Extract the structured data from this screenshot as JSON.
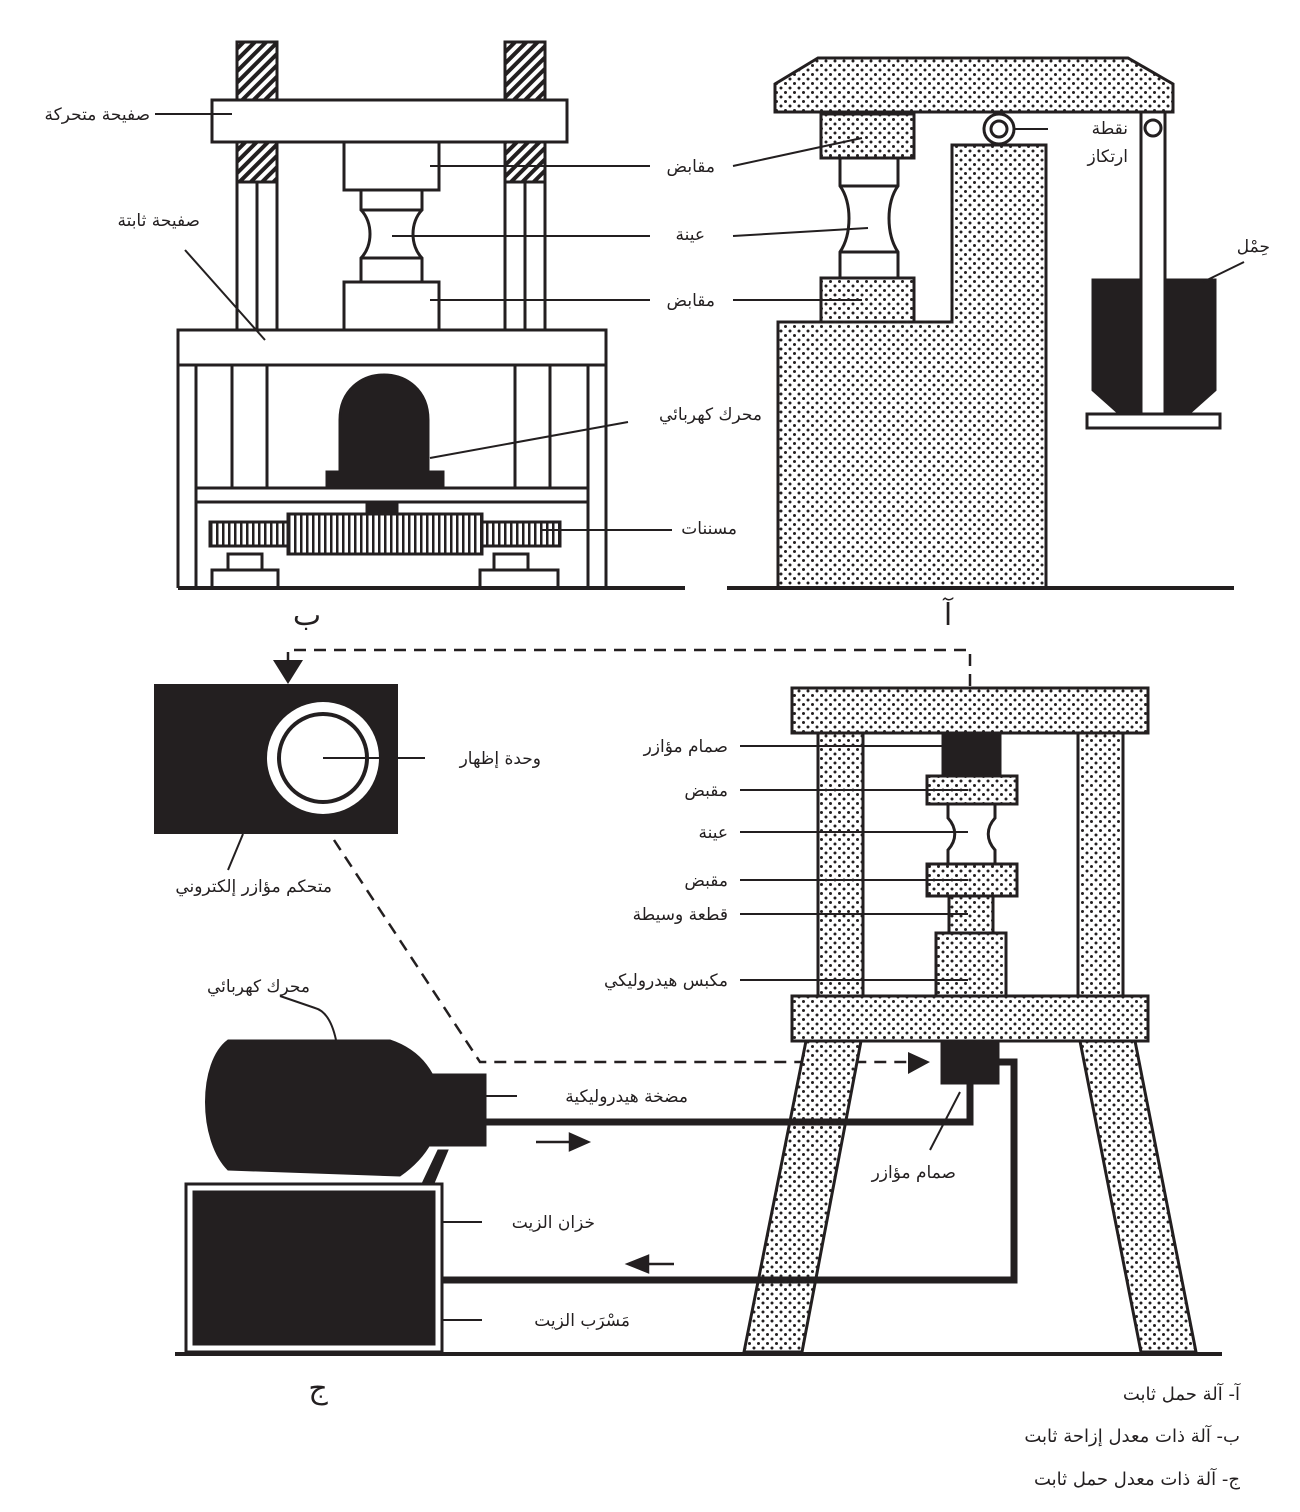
{
  "colors": {
    "ink": "#231f20",
    "paper": "#ffffff"
  },
  "panel_a": {
    "letter": "آ",
    "labels": {
      "grips_top": "مقابض",
      "specimen": "عينة",
      "grips_bottom": "مقابض",
      "pivot_1": "نقطة",
      "pivot_2": "ارتكاز",
      "load": "حِمْل"
    }
  },
  "panel_b": {
    "letter": "ب",
    "labels": {
      "moving_plate": "صفيحة متحركة",
      "fixed_plate": "صفيحة ثابتة",
      "motor": "محرك كهربائي",
      "gears": "مسننات"
    }
  },
  "panel_c": {
    "letter": "ج",
    "labels": {
      "servo_valve_top": "صمام مؤازر",
      "grip_top": "مقبض",
      "specimen": "عينة",
      "grip_bottom": "مقبض",
      "spacer": "قطعة وسيطة",
      "hydraulic_press": "مكبس هيدروليكي",
      "display": "وحدة إظهار",
      "controller": "متحكم مؤازر إلكتروني",
      "motor": "محرك كهربائي",
      "pump": "مضخة هيدروليكية",
      "servo_valve_bottom": "صمام مؤازر",
      "oil_tank": "خزان الزيت",
      "oil_drain": "مَسْرَب الزيت"
    }
  },
  "legend": [
    "آ- آلة حمل ثابت",
    "ب- آلة ذات معدل إزاحة ثابت",
    "ج- آلة ذات معدل حمل ثابت"
  ]
}
